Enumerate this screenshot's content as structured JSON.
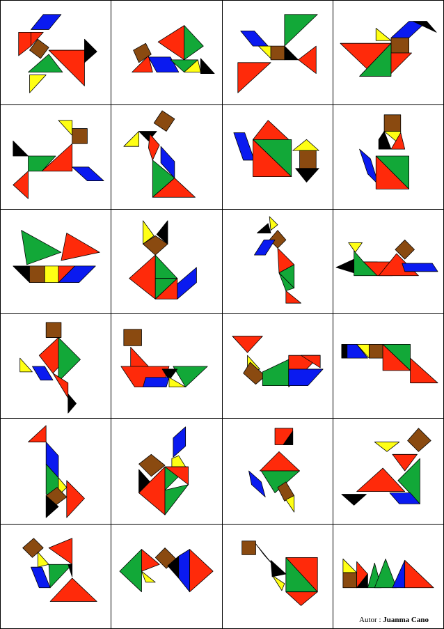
{
  "colors": {
    "red": "#ff2a0a",
    "green": "#12a838",
    "blue": "#0a1af0",
    "yellow": "#ffff14",
    "brown": "#8a4a10",
    "black": "#000000",
    "border": "#000000",
    "background": "#ffffff"
  },
  "grid": {
    "rows": 6,
    "columns": 4
  },
  "figures": [
    {
      "label": "",
      "pieces": [
        "red",
        "blue",
        "brown",
        "green",
        "red",
        "black",
        "yellow"
      ]
    },
    {
      "label": "",
      "pieces": [
        "brown",
        "red",
        "blue",
        "green",
        "red",
        "yellow",
        "black"
      ]
    },
    {
      "label": "",
      "pieces": [
        "blue",
        "green",
        "yellow",
        "brown",
        "black",
        "red",
        "red"
      ]
    },
    {
      "label": "",
      "pieces": [
        "blue",
        "yellow",
        "brown",
        "red",
        "green",
        "red"
      ]
    }
  ],
  "author": {
    "label": "Autor :",
    "name": "Juanma Cano"
  }
}
